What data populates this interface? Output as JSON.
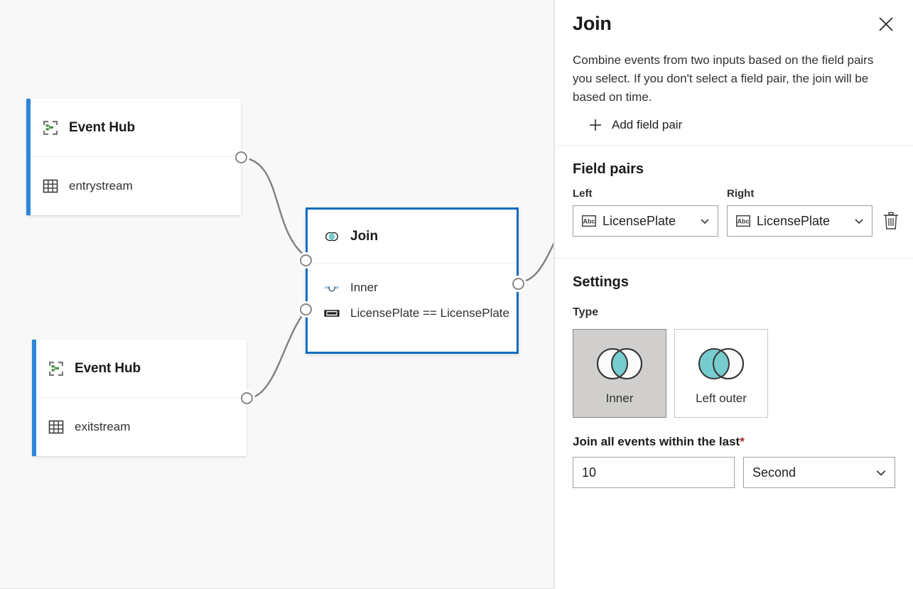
{
  "canvas": {
    "nodes": [
      {
        "id": "entry",
        "title": "Event Hub",
        "subtitle": "entrystream",
        "title_icon": "event-hub-icon",
        "sub_icon": "table-icon",
        "accent_color": "#2b88d8"
      },
      {
        "id": "exit",
        "title": "Event Hub",
        "subtitle": "exitstream",
        "title_icon": "event-hub-icon",
        "sub_icon": "table-icon",
        "accent_color": "#2b88d8"
      }
    ],
    "join_node": {
      "title": "Join",
      "title_icon": "venn-join-icon",
      "border_color": "#0f6cbd",
      "rows": [
        {
          "icon": "join-type-icon",
          "text": "Inner"
        },
        {
          "icon": "condition-icon",
          "text": "LicensePlate == LicensePlate"
        }
      ]
    }
  },
  "panel": {
    "title": "Join",
    "close_label": "close-icon",
    "description": "Combine events from two inputs based on the field pairs you select. If you don't select a field pair, the join will be based on time.",
    "add_field_pair": "Add field pair",
    "field_pairs": {
      "section_title": "Field pairs",
      "left_label": "Left",
      "right_label": "Right",
      "rows": [
        {
          "left_value": "LicensePlate",
          "right_value": "LicensePlate",
          "value_icon": "abc-string-icon"
        }
      ],
      "delete_label": "delete-icon"
    },
    "settings": {
      "section_title": "Settings",
      "type_label": "Type",
      "types": [
        {
          "label": "Inner",
          "selected": true,
          "icon": "venn-inner-icon"
        },
        {
          "label": "Left outer",
          "selected": false,
          "icon": "venn-left-outer-icon"
        }
      ],
      "window_label": "Join all events within the last",
      "window_required": "*",
      "window_value": "10",
      "window_placeholder": "",
      "window_unit": "Second"
    }
  },
  "colors": {
    "accent_blue": "#2b88d8",
    "selected_border": "#0f6cbd",
    "venn_teal": "#76ccce",
    "canvas_bg": "#f8f8f8",
    "edge_gray": "#808080",
    "required_red": "#a4262c"
  }
}
